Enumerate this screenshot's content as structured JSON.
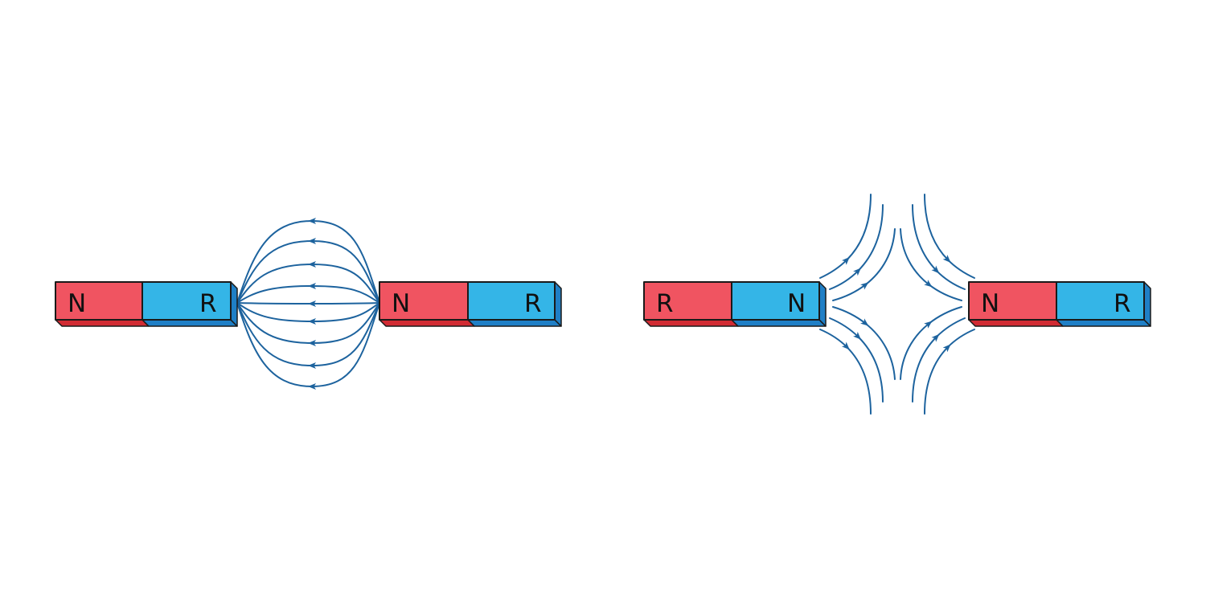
{
  "colors": {
    "north": "#f05461",
    "north_dark": "#d12b33",
    "south": "#34b5e7",
    "south_dark": "#1f7fc6",
    "field": "#1d639e",
    "outline": "#1a1a1a"
  },
  "diagrams": [
    {
      "name": "attraction",
      "magnets": [
        {
          "name": "left-magnet",
          "poles": [
            "N",
            "R"
          ]
        },
        {
          "name": "right-magnet",
          "poles": [
            "N",
            "R"
          ]
        }
      ]
    },
    {
      "name": "repulsion",
      "magnets": [
        {
          "name": "left-magnet",
          "poles": [
            "R",
            "N"
          ]
        },
        {
          "name": "right-magnet",
          "poles": [
            "N",
            "R"
          ]
        }
      ]
    }
  ]
}
